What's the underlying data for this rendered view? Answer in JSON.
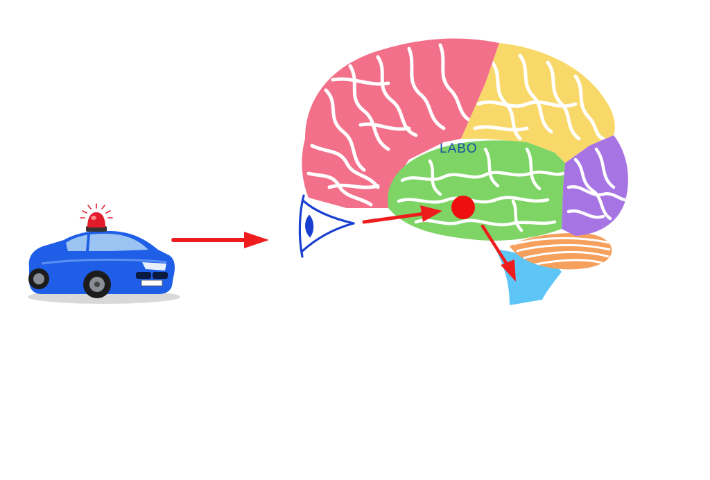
{
  "diagram": {
    "logo": {
      "text": "LABO"
    },
    "elements": [
      {
        "name": "police-car",
        "icon": "police-car-icon"
      },
      {
        "name": "arrow-car-to-eye",
        "icon": "arrow-right-icon"
      },
      {
        "name": "eye",
        "icon": "eye-icon"
      },
      {
        "name": "brain",
        "icon": "brain-icon"
      },
      {
        "name": "arrow-eye-to-brain-center",
        "icon": "arrow-right-icon"
      },
      {
        "name": "brain-center-dot",
        "icon": "dot-icon"
      },
      {
        "name": "arrow-brain-center-to-brainstem",
        "icon": "arrow-down-right-icon"
      }
    ],
    "colors": {
      "arrow": "#ee1c1c",
      "frontal_lobe": "#f2708a",
      "parietal_lobe": "#f9d86a",
      "temporal_lobe": "#7ed565",
      "occipital_lobe": "#a774e4",
      "cerebellum": "#f6a05e",
      "brainstem": "#5ec6f6",
      "eye": "#1a3fd0",
      "car_body": "#1f5fe8",
      "siren": "#e21b2b",
      "logo": "#1c4fa0"
    }
  }
}
